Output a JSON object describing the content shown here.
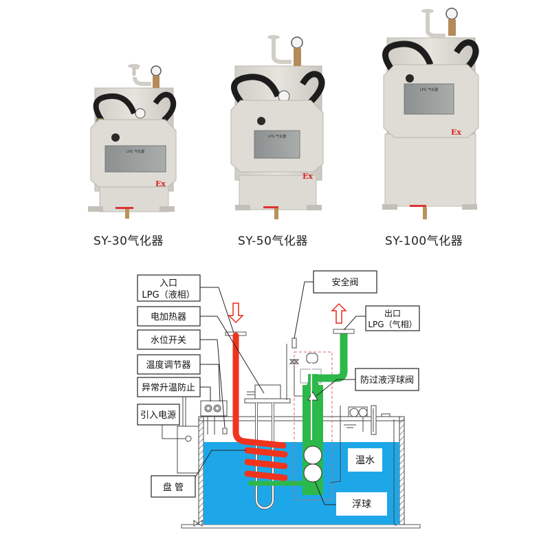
{
  "products": [
    {
      "model": "SY-30气化器",
      "plate_title": "LPG 气化器",
      "ex_mark": "Ex"
    },
    {
      "model": "SY-50气化器",
      "plate_title": "LPG 气化器",
      "ex_mark": "Ex"
    },
    {
      "model": "SY-100气化器",
      "plate_title": "LPG 气化器",
      "ex_mark": "Ex"
    }
  ],
  "diagram": {
    "labels": {
      "inlet_line1": "入口",
      "inlet_line2": "LPG（液相）",
      "heater": "电加热器",
      "water_switch": "水位开关",
      "temp_regulator": "温度调节器",
      "overheat_protect": "异常升温防止",
      "power_in": "引入电源",
      "coil": "盘 管",
      "safety_valve": "安全阀",
      "outlet_line1": "出口",
      "outlet_line2": "LPG（气相）",
      "float_valve": "防过液浮球阀",
      "warm_water": "温水",
      "float_ball": "浮球"
    },
    "colors": {
      "liquid_pipe": "#f0341e",
      "gas_pipe": "#2db84a",
      "water": "#1ea7e8",
      "arrow": "#e8281c"
    }
  }
}
